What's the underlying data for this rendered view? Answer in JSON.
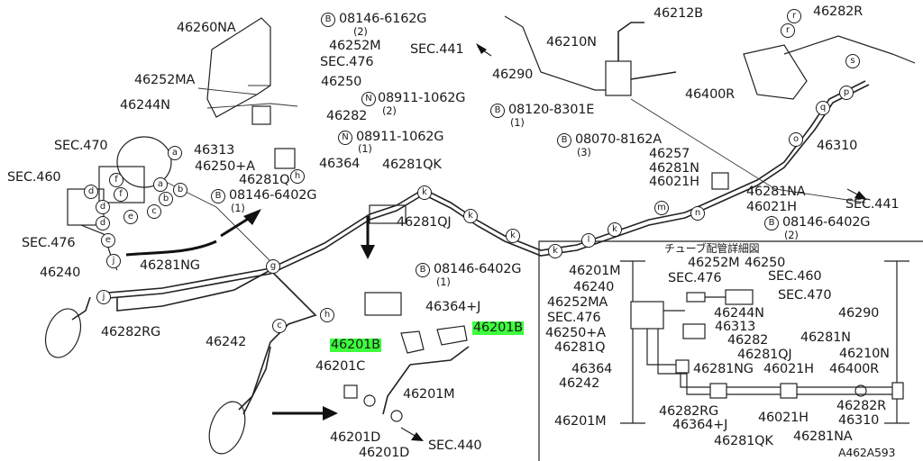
{
  "diagram": {
    "inset_title": "チューブ配管詳細図",
    "figure_code": "A462A593",
    "labels": {
      "l_46260NA": "46260NA",
      "l_08146_6162G": "08146-6162G",
      "l_08146_6162G_q": "(2)",
      "l_46252M_top": "46252M",
      "l_sec476_top": "SEC.476",
      "l_46250_top": "46250",
      "l_08911_1062G_a": "08911-1062G",
      "l_08911_1062G_a_q": "(2)",
      "l_46252MA_top": "46252MA",
      "l_46244N_top": "46244N",
      "l_46282_top": "46282",
      "l_sec470_top": "SEC.470",
      "l_46313_top": "46313",
      "l_08911_1062G_b": "08911-1062G",
      "l_08911_1062G_b_q": "(1)",
      "l_sec460_top": "SEC.460",
      "l_46250A_top": "46250+A",
      "l_46364_top": "46364",
      "l_46281Q_top": "46281Q",
      "l_08146_6402G_a": "08146-6402G",
      "l_08146_6402G_a_q": "(1)",
      "l_sec476_left": "SEC.476",
      "l_46240_left": "46240",
      "l_46281NG_main": "46281NG",
      "l_46282RG_main": "46282RG",
      "l_46242_main": "46242",
      "l_46281QK_main": "46281QK",
      "l_46281QJ_main": "46281QJ",
      "l_08146_6402G_b": "08146-6402G",
      "l_08146_6402G_b_q": "(1)",
      "l_46364J_main": "46364+J",
      "l_46201B_a": "46201B",
      "l_46201B_b": "46201B",
      "l_46201C": "46201C",
      "l_46201M_main": "46201M",
      "l_46201D_a": "46201D",
      "l_46201D_b": "46201D",
      "l_sec440": "SEC.440",
      "l_46212B": "46212B",
      "l_46282R_top": "46282R",
      "l_sec441_top": "SEC.441",
      "l_46210N_top": "46210N",
      "l_46290_top": "46290",
      "l_46400R_top": "46400R",
      "l_08120_8301E": "08120-8301E",
      "l_08120_8301E_q": "(1)",
      "l_08070_8162A": "08070-8162A",
      "l_08070_8162A_q": "(3)",
      "l_46310_top": "46310",
      "l_46257": "46257",
      "l_46281N_top": "46281N",
      "l_46021H_a": "46021H",
      "l_46281NA_top": "46281NA",
      "l_sec441_mid": "SEC.441",
      "l_46021H_b": "46021H",
      "l_08146_6402G_c": "08146-6402G",
      "l_08146_6402G_c_q": "(2)",
      "i_46201M_a": "46201M",
      "i_46252M": "46252M",
      "i_46250": "46250",
      "i_46240": "46240",
      "i_sec476_a": "SEC.476",
      "i_sec460": "SEC.460",
      "i_46252MA": "46252MA",
      "i_sec470": "SEC.470",
      "i_46244N": "46244N",
      "i_46290": "46290",
      "i_sec476_b": "SEC.476",
      "i_46313": "46313",
      "i_46250A": "46250+A",
      "i_46282": "46282",
      "i_46281N": "46281N",
      "i_46281Q": "46281Q",
      "i_46281QJ": "46281QJ",
      "i_46210N": "46210N",
      "i_46364": "46364",
      "i_46281NG": "46281NG",
      "i_46021H_a": "46021H",
      "i_46400R": "46400R",
      "i_46242": "46242",
      "i_46282RG": "46282RG",
      "i_46282R": "46282R",
      "i_46201M_b": "46201M",
      "i_46364J": "46364+J",
      "i_46021H_b": "46021H",
      "i_46310": "46310",
      "i_46281QK": "46281QK",
      "i_46281NA": "46281NA"
    },
    "callouts": {
      "c_b1": "B",
      "c_n1": "N",
      "c_n2": "N",
      "c_b2": "B",
      "c_b3": "B",
      "c_b4": "B",
      "c_b5": "B",
      "c_b6": "B",
      "c_a": "a",
      "c_b": "b",
      "c_c": "c",
      "c_d": "d",
      "c_e": "e",
      "c_f": "f",
      "c_g": "g",
      "c_h": "h",
      "c_j": "j",
      "c_k1": "k",
      "c_k2": "k",
      "c_k3": "k",
      "c_k4": "k",
      "c_k5": "k",
      "c_l": "l",
      "c_m": "m",
      "c_n3": "n",
      "c_o": "o",
      "c_p": "p",
      "c_q": "q",
      "c_r1": "r",
      "c_r2": "r",
      "c_s": "s",
      "c_c2": "c",
      "c_d2": "d",
      "c_d3": "d",
      "c_e2": "e",
      "c_a2": "a",
      "c_b7": "b",
      "c_j2": "j",
      "c_h2": "h",
      "c_f2": "f"
    }
  }
}
